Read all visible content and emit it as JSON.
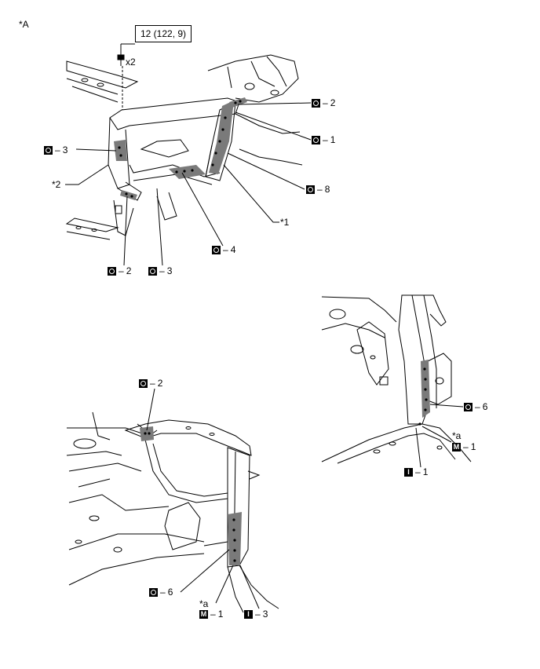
{
  "view_label": "*A",
  "bolt": {
    "spec": "12 (122, 9)",
    "qty": "x2"
  },
  "top_view": {
    "callouts": [
      {
        "id": "o2_right",
        "symbol": "O",
        "sep": "–",
        "num": "2"
      },
      {
        "id": "o1",
        "symbol": "O",
        "sep": "–",
        "num": "1"
      },
      {
        "id": "o3_left",
        "symbol": "O",
        "sep": "–",
        "num": "3"
      },
      {
        "id": "o8",
        "symbol": "O",
        "sep": "–",
        "num": "8"
      },
      {
        "id": "o4",
        "symbol": "O",
        "sep": "–",
        "num": "4"
      },
      {
        "id": "o2_bottom",
        "symbol": "O",
        "sep": "–",
        "num": "2"
      },
      {
        "id": "o3_bottom",
        "symbol": "O",
        "sep": "–",
        "num": "3"
      }
    ],
    "star1": "*1",
    "star2": "*2"
  },
  "left_view": {
    "callouts": [
      {
        "id": "o2",
        "symbol": "O",
        "sep": "–",
        "num": "2"
      },
      {
        "id": "o6",
        "symbol": "O",
        "sep": "–",
        "num": "6"
      },
      {
        "id": "m1",
        "symbol": "M",
        "sep": "–",
        "num": "1"
      },
      {
        "id": "i3",
        "symbol": "I",
        "sep": "–",
        "num": "3"
      }
    ],
    "star_a": "*a"
  },
  "right_view": {
    "callouts": [
      {
        "id": "o6",
        "symbol": "O",
        "sep": "–",
        "num": "6"
      },
      {
        "id": "m1",
        "symbol": "M",
        "sep": "–",
        "num": "1"
      },
      {
        "id": "i1",
        "symbol": "I",
        "sep": "–",
        "num": "1"
      }
    ],
    "star_a": "*a"
  },
  "colors": {
    "line": "#000000",
    "weld_area": "#7a7a7a",
    "background": "#ffffff"
  }
}
